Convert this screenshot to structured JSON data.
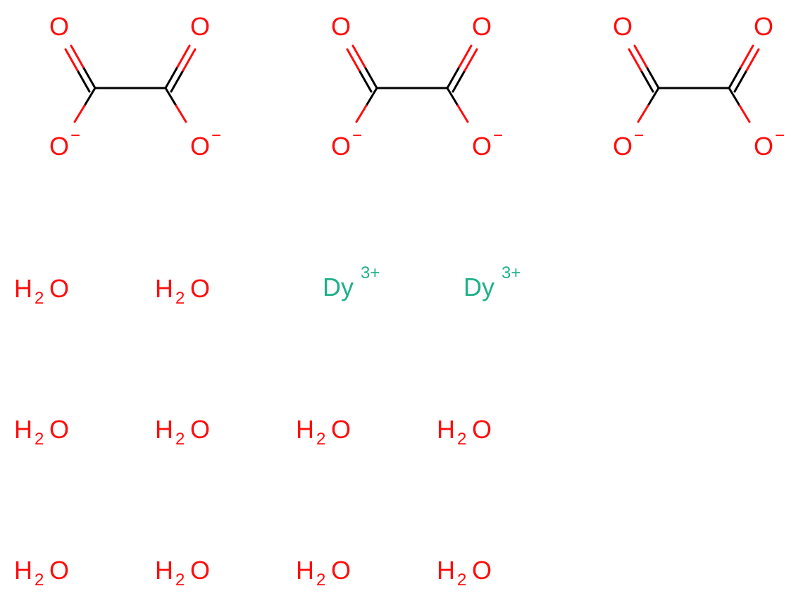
{
  "colors": {
    "oxygen": "#ff0d0d",
    "dysprosium": "#1fb08a",
    "bond": "#000000"
  },
  "oxalates": [
    {
      "o_top_left": "O",
      "o_top_right": "O",
      "o_bottom_left": "O",
      "o_bottom_right": "O",
      "charge_left": "−",
      "charge_right": "−"
    },
    {
      "o_top_left": "O",
      "o_top_right": "O",
      "o_bottom_left": "O",
      "o_bottom_right": "O",
      "charge_left": "−",
      "charge_right": "−"
    },
    {
      "o_top_left": "O",
      "o_top_right": "O",
      "o_bottom_left": "O",
      "o_bottom_right": "O",
      "charge_left": "−",
      "charge_right": "−"
    }
  ],
  "dysprosium": [
    {
      "symbol": "Dy",
      "charge": "3+"
    },
    {
      "symbol": "Dy",
      "charge": "3+"
    }
  ],
  "water": {
    "h": "H",
    "sub": "2",
    "o": "O",
    "count": 10
  }
}
